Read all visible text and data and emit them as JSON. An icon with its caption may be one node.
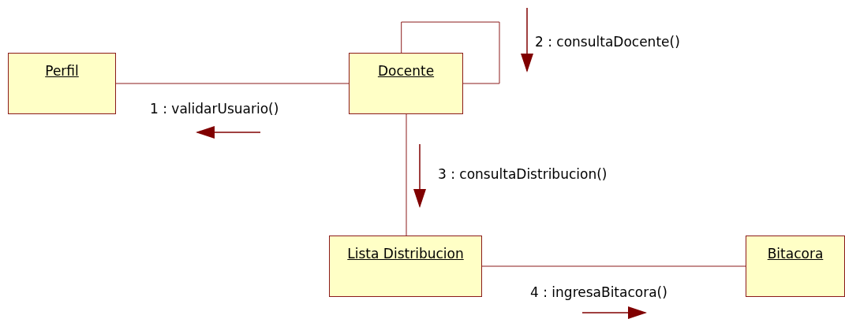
{
  "diagram": {
    "nodes": [
      {
        "text": [
          "Perfil"
        ]
      },
      {
        "text": [
          "Docente"
        ]
      },
      {
        "text": [
          "Lista Distribucion"
        ]
      },
      {
        "text": [
          "Bitacora"
        ]
      }
    ],
    "edges": [
      {
        "from": 0,
        "to": 1,
        "arrow": "none",
        "label": "1 : validarUsuario()"
      },
      {
        "from": 1,
        "to": 1,
        "arrow": "none",
        "label": "2 : consultaDocente()"
      },
      {
        "from": 1,
        "to": 2,
        "arrow": "none",
        "label": "3 : consultaDistribucion()"
      },
      {
        "from": 2,
        "to": 3,
        "arrow": "none",
        "label": "4 : ingresaBitacora()"
      }
    ]
  }
}
